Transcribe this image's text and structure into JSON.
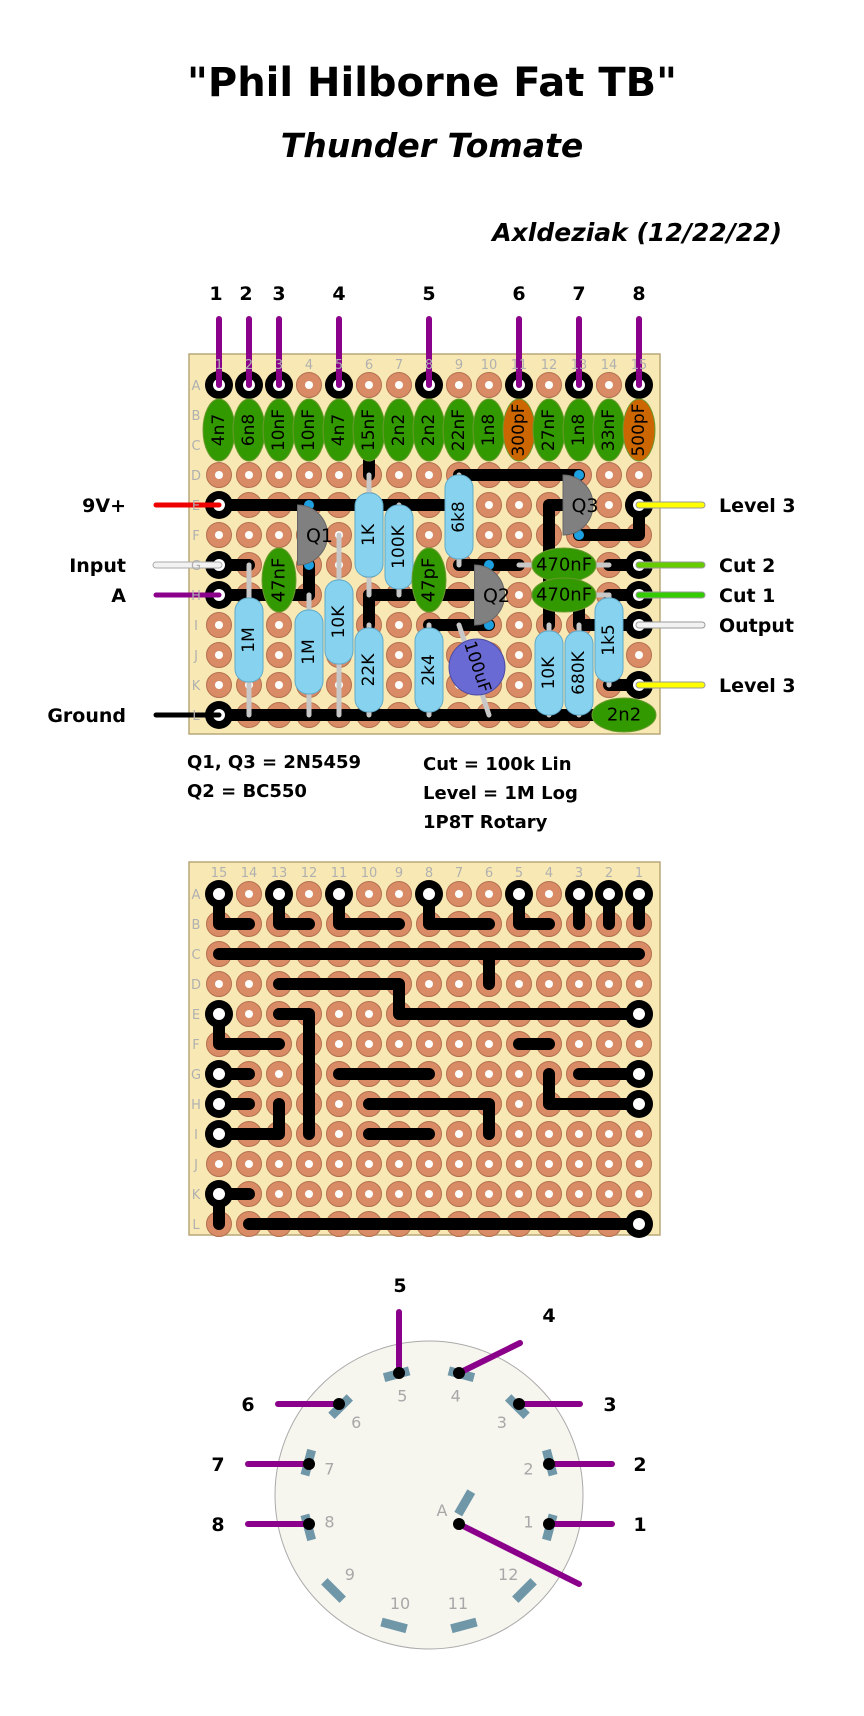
{
  "header": {
    "title": "\"Phil Hilborne Fat TB\"",
    "subtitle": "Thunder Tomate",
    "author": "Axldeziak (12/22/22)"
  },
  "board": {
    "row_labels": [
      "A",
      "B",
      "C",
      "D",
      "E",
      "F",
      "G",
      "H",
      "I",
      "J",
      "K",
      "L"
    ],
    "col_labels": [
      "1",
      "2",
      "3",
      "4",
      "5",
      "6",
      "7",
      "8",
      "9",
      "10",
      "11",
      "12",
      "13",
      "14",
      "15"
    ],
    "switch_pin_labels": [
      "1",
      "2",
      "3",
      "4",
      "5",
      "6",
      "7",
      "8"
    ],
    "left_wires": [
      "9V+",
      "Input",
      "A",
      "Ground"
    ],
    "right_wires": [
      "Level 3",
      "Cut 2",
      "Cut 1",
      "Output",
      "Level 3"
    ],
    "top_caps": [
      "4n7",
      "6n8",
      "10nF",
      "10nF",
      "4n7",
      "15nF",
      "2n2",
      "2n2",
      "22nF",
      "1n8",
      "300pF",
      "27nF",
      "1n8",
      "33nF",
      "500pF"
    ],
    "caps": [
      "47nF",
      "47pF",
      "470nF",
      "470nF",
      "2n2"
    ],
    "resistors": [
      "1M",
      "1M",
      "10K",
      "1K",
      "100K",
      "22K",
      "2k4",
      "6k8",
      "10K",
      "680K",
      "1k5"
    ],
    "transistors": [
      "Q1",
      "Q2",
      "Q3"
    ],
    "electrolytic": "100uF"
  },
  "notes": {
    "transistors_1": "Q1, Q3 = 2N5459",
    "transistors_2": "Q2 = BC550",
    "cut": "Cut = 100k Lin",
    "level": "Level = 1M Log",
    "switch": "1P8T Rotary"
  },
  "rotary": {
    "lug_labels": [
      "1",
      "2",
      "3",
      "4",
      "5",
      "6",
      "7",
      "8",
      "9",
      "10",
      "11",
      "12"
    ],
    "common_label": "A",
    "wire_labels": [
      "1",
      "2",
      "3",
      "4",
      "5",
      "6",
      "7",
      "8"
    ]
  },
  "colors": {
    "board": "#f8e9b4",
    "pad": "#d98b66",
    "track": "#000000",
    "switch_wire": "#8b008b",
    "ceramic_cap": "#339900",
    "mica_cap": "#cc6600",
    "resistor": "#87d3ef",
    "transistor": "#808080",
    "electrolytic": "#6a6ad4",
    "power_wire": "#ee0000",
    "level_wire": "#ffff00",
    "cut2_wire": "#66cc00",
    "cut1_wire": "#33cc00"
  }
}
